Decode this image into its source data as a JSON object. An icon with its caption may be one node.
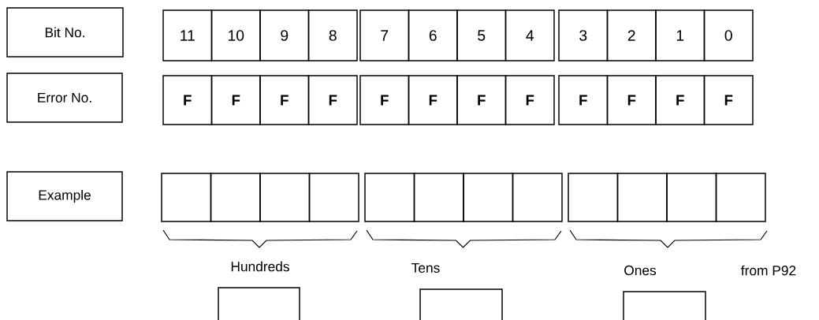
{
  "diagram": {
    "nodes": [
      {
        "text": [
          "Bit No."
        ]
      },
      {
        "text": [
          "11"
        ]
      },
      {
        "text": [
          "10"
        ]
      },
      {
        "text": [
          "9"
        ]
      },
      {
        "text": [
          "8"
        ]
      },
      {
        "text": [
          "7"
        ]
      },
      {
        "text": [
          "6"
        ]
      },
      {
        "text": [
          "5"
        ]
      },
      {
        "text": [
          "4"
        ]
      },
      {
        "text": [
          "3"
        ]
      },
      {
        "text": [
          "2"
        ]
      },
      {
        "text": [
          "1"
        ]
      },
      {
        "text": [
          "0"
        ]
      },
      {
        "text": [
          "Error No."
        ]
      },
      {
        "text": [
          "F"
        ]
      },
      {
        "text": [
          "F"
        ]
      },
      {
        "text": [
          "F"
        ]
      },
      {
        "text": [
          "F"
        ]
      },
      {
        "text": [
          "F"
        ]
      },
      {
        "text": [
          "F"
        ]
      },
      {
        "text": [
          "F"
        ]
      },
      {
        "text": [
          "F"
        ]
      },
      {
        "text": [
          "F"
        ]
      },
      {
        "text": [
          "F"
        ]
      },
      {
        "text": [
          "F"
        ]
      },
      {
        "text": [
          "F"
        ]
      },
      {
        "text": [
          "Example"
        ]
      },
      {
        "text": [],
        "shape": "box"
      },
      {
        "text": [],
        "shape": "box"
      },
      {
        "text": [],
        "shape": "box"
      },
      {
        "text": [],
        "shape": "box"
      },
      {
        "text": [],
        "shape": "box"
      },
      {
        "text": [],
        "shape": "box"
      },
      {
        "text": [],
        "shape": "box"
      },
      {
        "text": [],
        "shape": "box"
      },
      {
        "text": [],
        "shape": "box"
      },
      {
        "text": [],
        "shape": "box"
      },
      {
        "text": [],
        "shape": "box"
      },
      {
        "text": [],
        "shape": "box"
      },
      {
        "text": [],
        "shape": "box"
      },
      {
        "text": [],
        "shape": "box"
      },
      {
        "text": [],
        "shape": "box"
      }
    ],
    "labels": [
      "Hundreds",
      "Tens",
      "Ones",
      "from P92"
    ]
  }
}
